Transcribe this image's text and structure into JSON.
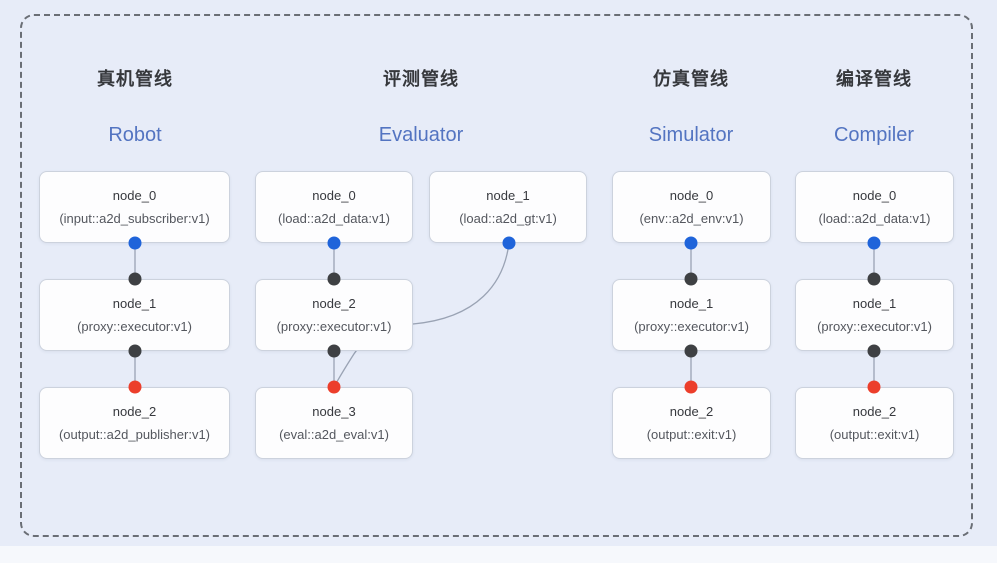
{
  "pipelines": [
    {
      "id": "robot",
      "title_zh": "真机管线",
      "title_en": "Robot",
      "nodes": [
        {
          "name": "node_0",
          "type": "(input::a2d_subscriber:v1)"
        },
        {
          "name": "node_1",
          "type": "(proxy::executor:v1)"
        },
        {
          "name": "node_2",
          "type": "(output::a2d_publisher:v1)"
        }
      ]
    },
    {
      "id": "evaluator",
      "title_zh": "评测管线",
      "title_en": "Evaluator",
      "nodes": [
        {
          "name": "node_0",
          "type": "(load::a2d_data:v1)"
        },
        {
          "name": "node_1",
          "type": "(load::a2d_gt:v1)"
        },
        {
          "name": "node_2",
          "type": "(proxy::executor:v1)"
        },
        {
          "name": "node_3",
          "type": "(eval::a2d_eval:v1)"
        }
      ]
    },
    {
      "id": "simulator",
      "title_zh": "仿真管线",
      "title_en": "Simulator",
      "nodes": [
        {
          "name": "node_0",
          "type": "(env::a2d_env:v1)"
        },
        {
          "name": "node_1",
          "type": "(proxy::executor:v1)"
        },
        {
          "name": "node_2",
          "type": "(output::exit:v1)"
        }
      ]
    },
    {
      "id": "compiler",
      "title_zh": "编译管线",
      "title_en": "Compiler",
      "nodes": [
        {
          "name": "node_0",
          "type": "(load::a2d_data:v1)"
        },
        {
          "name": "node_1",
          "type": "(proxy::executor:v1)"
        },
        {
          "name": "node_2",
          "type": "(output::exit:v1)"
        }
      ]
    }
  ],
  "colors": {
    "background": "#e7ecf8",
    "frame_border": "#6a6e75",
    "node_bg": "#fdfdfe",
    "node_border": "#ccd2dd",
    "edge": "#9aa3b4",
    "port_source_blue": "#1f64da",
    "port_proxy_dark": "#3e4043",
    "port_sink_red": "#ec3e2b",
    "title_zh_color": "#36383c",
    "title_en_color": "#5374c1"
  }
}
